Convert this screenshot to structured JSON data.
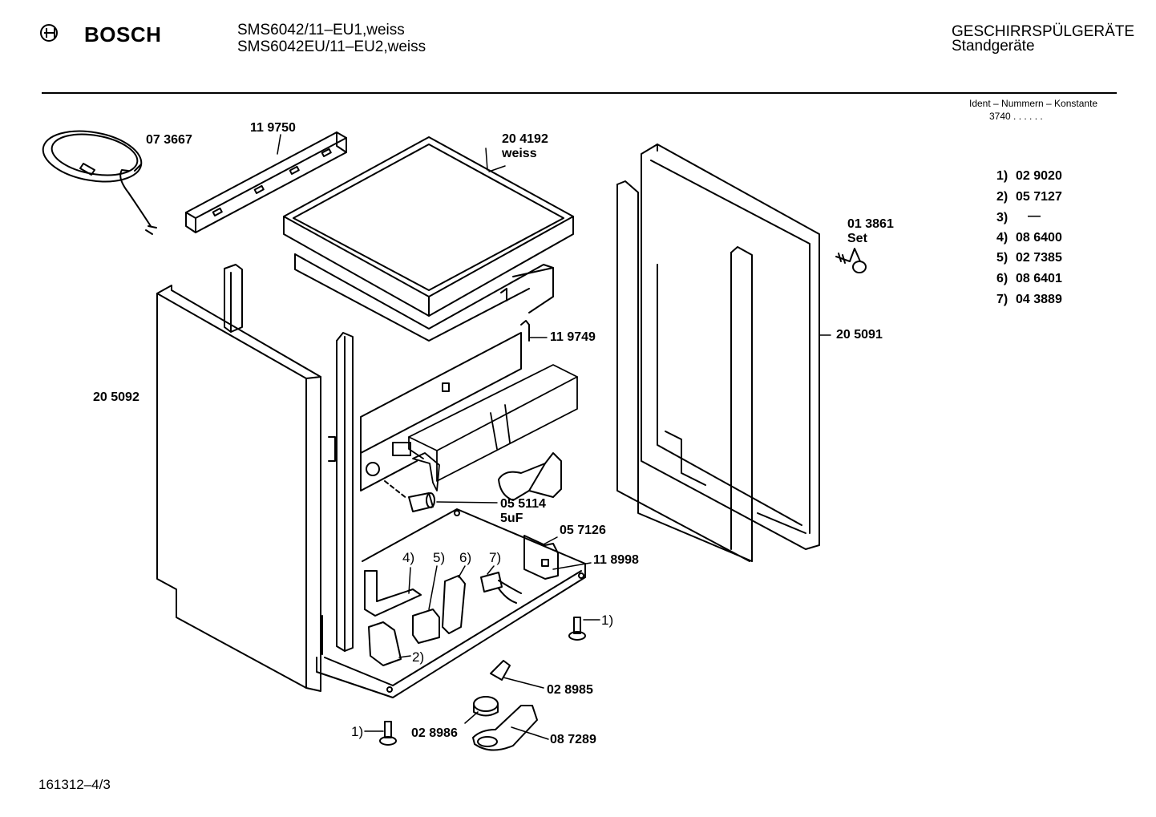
{
  "header": {
    "brand": "BOSCH",
    "model_line_1": "SMS6042/11–EU1,weiss",
    "model_line_2": "SMS6042EU/11–EU2,weiss",
    "category": "GESCHIRRSPÜLGERÄTE",
    "subcategory": "Standgeräte",
    "ident_label": "Ident – Nummern – Konstante",
    "ident_value": "3740 . . . . . ."
  },
  "parts": {
    "cable": "07 3667",
    "rail": "11 9750",
    "worktop_number": "20 4192",
    "worktop_color": "weiss",
    "screw_set_number": "01 3861",
    "screw_set_label": "Set",
    "bracket": "11 9749",
    "right_panel": "20 5091",
    "left_panel": "20 5092",
    "capacitor_number": "05 5114",
    "capacitor_value": "5uF",
    "holder": "05 7126",
    "base": "11 8998",
    "switch": "02 8985",
    "float": "02 8986",
    "float_holder": "08 7289"
  },
  "callouts": {
    "c1": "1)",
    "c2": "2)",
    "c4": "4)",
    "c5": "5)",
    "c6": "6)",
    "c7": "7)",
    "foot_right": "1)",
    "foot_left": "1)",
    "holder_small": "2)"
  },
  "reference_list": [
    {
      "key": "1)",
      "value": "02 9020"
    },
    {
      "key": "2)",
      "value": "05 7127"
    },
    {
      "key": "3)",
      "value": "—"
    },
    {
      "key": "4)",
      "value": "08 6400"
    },
    {
      "key": "5)",
      "value": "02 7385"
    },
    {
      "key": "6)",
      "value": "08 6401"
    },
    {
      "key": "7)",
      "value": "04 3889"
    }
  ],
  "footer": {
    "drawing_number": "161312–4/3"
  }
}
